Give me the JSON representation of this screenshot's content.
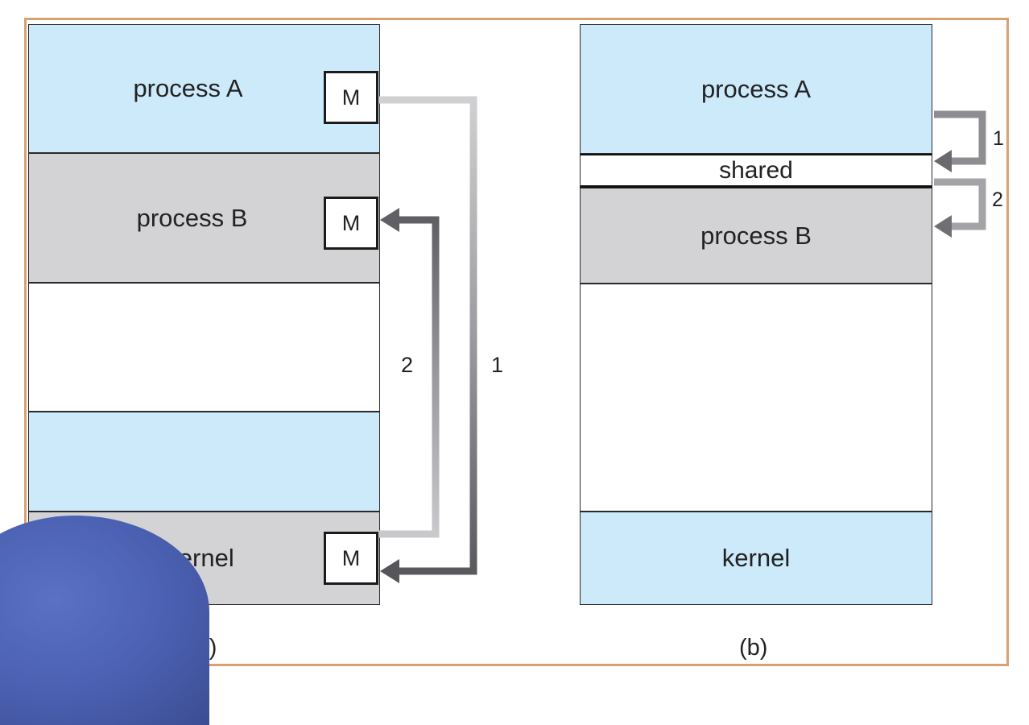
{
  "panel_a": {
    "process_a": "process A",
    "process_b": "process B",
    "kernel": "kernel",
    "m_label": "M",
    "arrow_1": "1",
    "arrow_2": "2",
    "caption": "(a)"
  },
  "panel_b": {
    "process_a": "process A",
    "shared": "shared",
    "process_b": "process B",
    "kernel": "kernel",
    "arrow_1": "1",
    "arrow_2": "2",
    "caption": "(b)"
  },
  "colors": {
    "blue_region": "#cdeafb",
    "gray_region": "#d3d3d6",
    "frame_border": "#d9a070",
    "arrow_dark": "#6a6a6e",
    "arrow_light": "#c4c4c6"
  }
}
